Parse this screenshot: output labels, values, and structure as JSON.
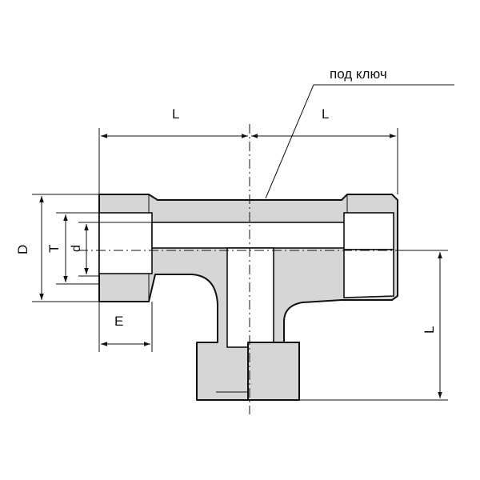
{
  "labels": {
    "wrench": "под ключ",
    "length_top_left": "L",
    "length_top_right": "L",
    "length_right": "L",
    "outer_diameter": "D",
    "thread": "T",
    "inner_diameter": "d",
    "thread_length": "E"
  },
  "colors": {
    "body_fill": "#d6d6d6",
    "line": "#111111",
    "background": "#ffffff"
  }
}
